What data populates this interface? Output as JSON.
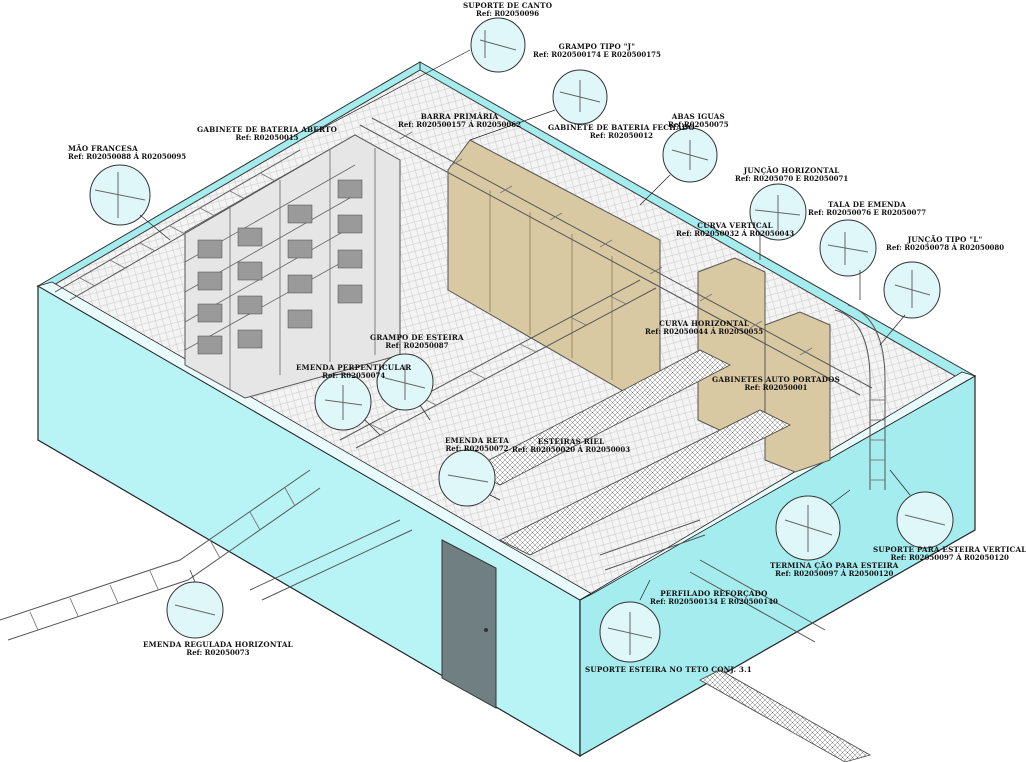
{
  "colors": {
    "wall": "#b8f4f6",
    "wall_dark": "#a5ecef",
    "floor": "#f2f2f2",
    "cabinet": "#d9c9a3",
    "door": "#6f7f82",
    "callout_fill": "#dff7f9"
  },
  "labels": {
    "suporte_canto": {
      "title": "SUPORTE DE CANTO",
      "ref": "Ref: R02050096"
    },
    "grampo_j": {
      "title": "GRAMPO TIPO \"J\"",
      "ref": "Ref: R020500174 E R020500175"
    },
    "barra_primaria": {
      "title": "BARRA PRIMÁRIA",
      "ref": "Ref: R020500157 Á R02050062"
    },
    "gabinete_fechado": {
      "title": "GABINETE DE BATERIA FECHADO",
      "ref": "Ref: R02050012"
    },
    "abas_iguas": {
      "title": "ABAS IGUAS",
      "ref": "Ref:R02050075"
    },
    "gabinete_aberto": {
      "title": "GABINETE DE BATERIA ABERTO",
      "ref": "Ref: R02050015"
    },
    "mao_francesa": {
      "title": "MÃO FRANCESA",
      "ref": "Ref: R02050088 Á R02050095"
    },
    "juncao_horizontal": {
      "title": "JUNÇÃO HORIZONTAL",
      "ref": "Ref: R0205070 E R02050071"
    },
    "tala_emenda": {
      "title": "TALA DE EMENDA",
      "ref": "Ref: R02050076 E R02050077"
    },
    "juncao_l": {
      "title": "JUNÇÃO TIPO \"L\"",
      "ref": "Ref: R02050078 Á R02050080"
    },
    "curva_vertical": {
      "title": "CURVA VERTICAL",
      "ref": "Ref: R02050032 Á R02050043"
    },
    "curva_horizontal": {
      "title": "CURVA HORIZONTAL",
      "ref": "Ref: R02050044 Á R02050055"
    },
    "gabinetes_auto": {
      "title": "GABINETES AUTO PORTADOS",
      "ref": "Ref: R02050001"
    },
    "grampo_esteira": {
      "title": "GRAMPO DE ESTEIRA",
      "ref": "Ref: R02050087"
    },
    "emenda_perpendicular": {
      "title": "EMENDA PERPENTICULAR",
      "ref": "Ref: R02050074"
    },
    "emenda_reta": {
      "title": "EMENDA RETA",
      "ref": "Ref: R02050072"
    },
    "esteiras_riel": {
      "title": "ESTEIRAS RIEL",
      "ref": "Ref: R02050020 Á R02050003"
    },
    "emenda_regulada": {
      "title": "EMENDA REGULADA HORIZONTAL",
      "ref": "Ref: R02050073"
    },
    "perfilado_reforcado": {
      "title": "PERFILADO REFORÇADO",
      "ref": "Ref: R020500134 E R020500140"
    },
    "suporte_teto": {
      "title": "SUPORTE ESTEIRA NO TETO CONJ. 3.1",
      "ref": ""
    },
    "terminacao": {
      "title": "TERMINA ÇÃO PARA ESTEIRA",
      "ref": "Ref: R02050097 Á R20500120"
    },
    "suporte_vertical": {
      "title": "SUPORTE PARA ESTEIRA VERTICAL",
      "ref": "Ref: R02050097 Á R02050120"
    }
  }
}
